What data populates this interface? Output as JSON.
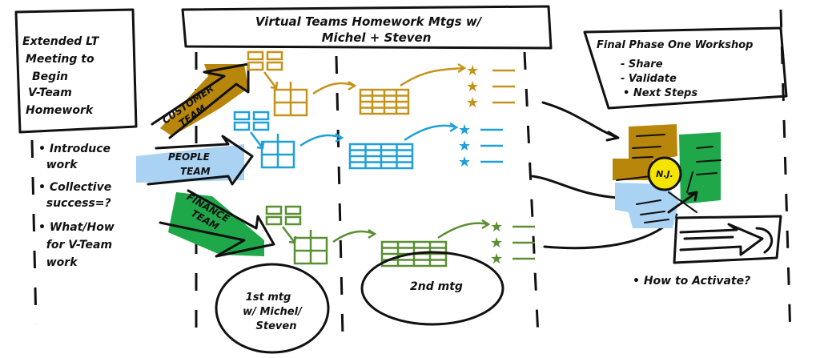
{
  "left_box": {
    "lines": [
      "Extended LT",
      "Meeting to",
      "Begin",
      "V-Team",
      "Homework"
    ]
  },
  "left_bullets": [
    "• Introduce",
    "  work",
    "• Collective",
    "  success=?",
    "• What/How",
    "  for V-Team",
    "  work"
  ],
  "title_box": {
    "lines": [
      "Virtual Teams Homework Mtgs w/",
      "Michel + Steven"
    ]
  },
  "teams": [
    {
      "label_lines": [
        "CUSTOMER",
        "TEAM"
      ],
      "color": "#b8860b"
    },
    {
      "label_lines": [
        "PEOPLE",
        "TEAM"
      ],
      "color": "#a9d2f3"
    },
    {
      "label_lines": [
        "FINANCE",
        "TEAM"
      ],
      "color": "#1fa84a"
    }
  ],
  "flow_colors": {
    "customer": "#c4941a",
    "people": "#1fa0d8",
    "finance": "#5a8f32"
  },
  "meeting1": {
    "lines": [
      "1st mtg",
      "w/ Michel/",
      "Steven"
    ]
  },
  "meeting2": {
    "label": "2nd mtg"
  },
  "final_box": {
    "title": "Final Phase One Workshop",
    "items": [
      "- Share",
      "- Validate",
      "• Next Steps"
    ]
  },
  "badge": {
    "text": "N.J.",
    "color": "#f5e400"
  },
  "activate": {
    "label": "• How to Activate?"
  }
}
